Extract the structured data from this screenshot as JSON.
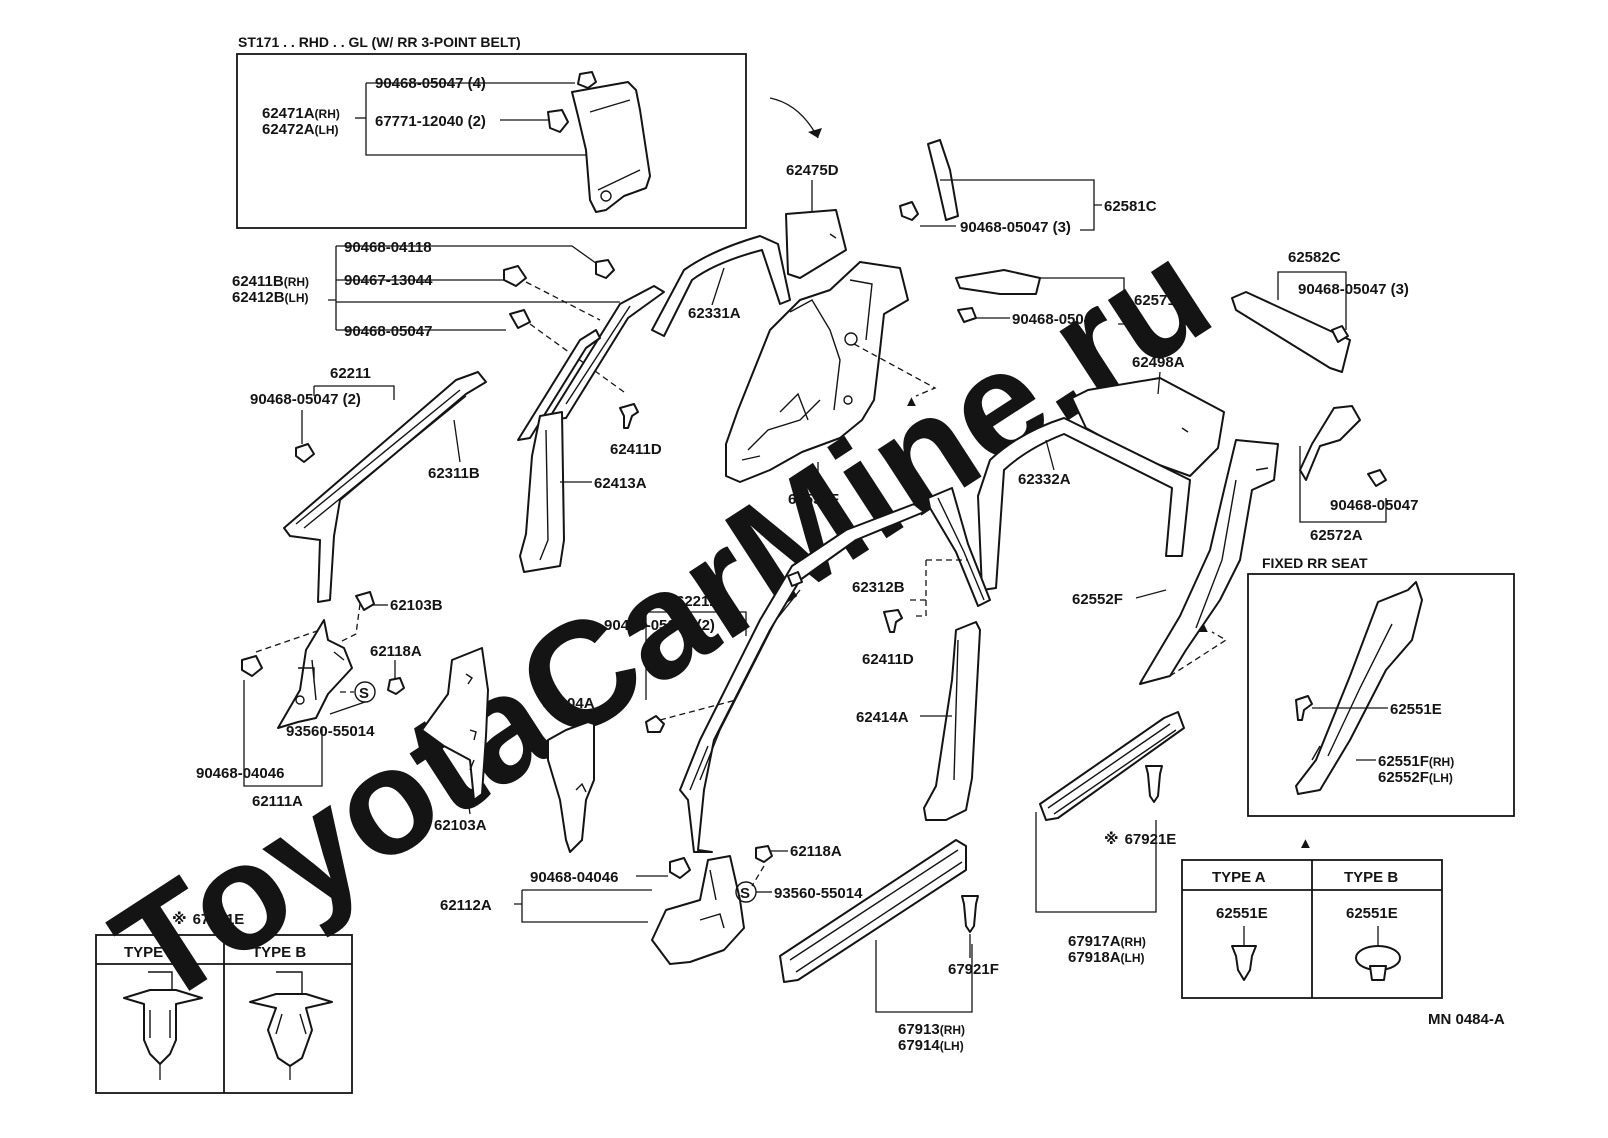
{
  "watermark": "ToyotaCarMine.ru",
  "inset_header": "ST171 . . RHD . . GL (W/ RR 3-POINT BELT)",
  "fixed_rr_seat_header": "FIXED RR SEAT",
  "diagram_code": "MN 0484-A",
  "parts": {
    "p90468_05047_4": "90468-05047 (4)",
    "p67771_12040_2": "67771-12040 (2)",
    "p62471A": "62471A",
    "p62472A": "62472A",
    "p62475D": "62475D",
    "p62581C": "62581C",
    "p90468_05047_3a": "90468-05047 (3)",
    "p90468_04118": "90468-04118",
    "p90467_13044": "90467-13044",
    "p62411B": "62411B",
    "p62412B": "62412B",
    "p90468_05047_a": "90468-05047",
    "p62331A": "62331A",
    "p62571A": "62571A",
    "p90468_05047_b": "90468-05047",
    "p62582C": "62582C",
    "p90468_05047_3b": "90468-05047 (3)",
    "p62211": "62211",
    "p90468_05047_2a": "90468-05047 (2)",
    "p62311B": "62311B",
    "p62411D_a": "62411D",
    "p62413A": "62413A",
    "p62551F": "62551F",
    "p62498A": "62498A",
    "p62332A": "62332A",
    "p90468_05047_c": "90468-05047",
    "p62572A": "62572A",
    "p62312B": "62312B",
    "p62212": "62212",
    "p90468_05047_2b": "90468-05047 (2)",
    "p62103B": "62103B",
    "p62118A_a": "62118A",
    "p93560_55014_a": "93560-55014",
    "p90468_04046_a": "90468-04046",
    "p62111A": "62111A",
    "p62104A": "62104A",
    "p62103A": "62103A",
    "p62411D_b": "62411D",
    "p62552F_a": "62552F",
    "p62414A": "62414A",
    "p62551E_a": "62551E",
    "p62551F_rh": "62551F",
    "p62552F_lh": "62552F",
    "p67921E_a": "67921E",
    "p62118A_b": "62118A",
    "p90468_04046_b": "90468-04046",
    "p93560_55014_b": "93560-55014",
    "p62112A": "62112A",
    "p67921F": "67921F",
    "p67917A": "67917A",
    "p67918A": "67918A",
    "p67913": "67913",
    "p67914": "67914",
    "p67921E_b": "67921E",
    "p62551E_b": "62551E",
    "p62551E_c": "62551E"
  },
  "suffix": {
    "rh": "(RH)",
    "lh": "(LH)"
  },
  "markers": {
    "s": "S",
    "note": "※",
    "tri": "▲"
  },
  "types": {
    "a": "TYPE A",
    "b": "TYPE B"
  }
}
